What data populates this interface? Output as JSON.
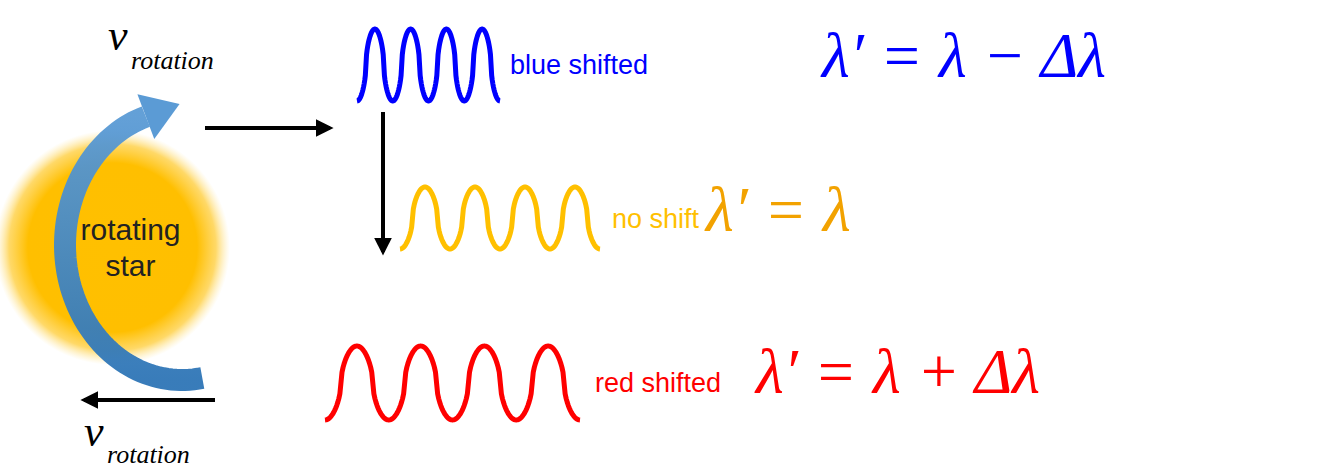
{
  "diagram": {
    "nodes": [
      {
        "text": [
          "rotating star"
        ]
      }
    ],
    "labels": [
      "v",
      "rotation",
      "v",
      "rotation",
      "blue shifted",
      "λ′ = λ − Δλ",
      "no shift",
      "λ′ = λ",
      "red shifted",
      "λ′ = λ + Δλ"
    ]
  }
}
